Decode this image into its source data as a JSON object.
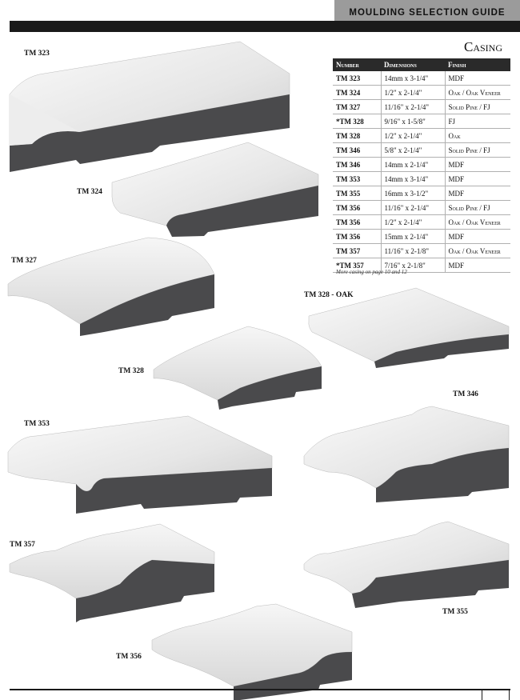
{
  "header": {
    "guide_title": "Moulding Selection Guide",
    "section": "Casing"
  },
  "table": {
    "headers": [
      "Number",
      "Dimensions",
      "Finish"
    ],
    "rows": [
      [
        "TM 323",
        "14mm x 3-1/4\"",
        "MDF"
      ],
      [
        "TM 324",
        "1/2\" x 2-1/4\"",
        "Oak / Oak Veneer"
      ],
      [
        "TM 327",
        "11/16\" x 2-1/4\"",
        "Solid Pine / FJ"
      ],
      [
        "*TM 328",
        "9/16\" x 1-5/8\"",
        "FJ"
      ],
      [
        "TM 328",
        "1/2\" x 2-1/4\"",
        "Oak"
      ],
      [
        "TM 346",
        "5/8\" x 2-1/4\"",
        "Solid Pine / FJ"
      ],
      [
        "TM 346",
        "14mm x 2-1/4\"",
        "MDF"
      ],
      [
        "TM 353",
        "14mm x 3-1/4\"",
        "MDF"
      ],
      [
        "TM 355",
        "16mm x 3-1/2\"",
        "MDF"
      ],
      [
        "TM 356",
        "11/16\" x 2-1/4\"",
        "Solid Pine / FJ"
      ],
      [
        "TM 356",
        "1/2\" x 2-1/4\"",
        "Oak / Oak Veneer"
      ],
      [
        "TM 356",
        "15mm x 2-1/4\"",
        "MDF"
      ],
      [
        "TM 357",
        "11/16\" x 2-1/8\"",
        "Oak / Oak Veneer"
      ],
      [
        "*TM 357",
        "7/16\" x 2-1/8\"",
        "MDF"
      ]
    ],
    "note": "More casing on page 10 and 12"
  },
  "labels": {
    "tm323": "TM 323",
    "tm324": "TM 324",
    "tm327": "TM 327",
    "tm328oak": "TM 328 - OAK",
    "tm328": "TM 328",
    "tm346": "TM 346",
    "tm353": "TM 353",
    "tm357": "TM 357",
    "tm355": "TM 355",
    "tm356": "TM 356"
  },
  "colors": {
    "profile_face": "#4a4a4c",
    "top_light": "#f4f4f4",
    "top_shade": "#c9c9c9",
    "header_bar": "#1a1a1a",
    "tab": "#9b9b9b"
  }
}
